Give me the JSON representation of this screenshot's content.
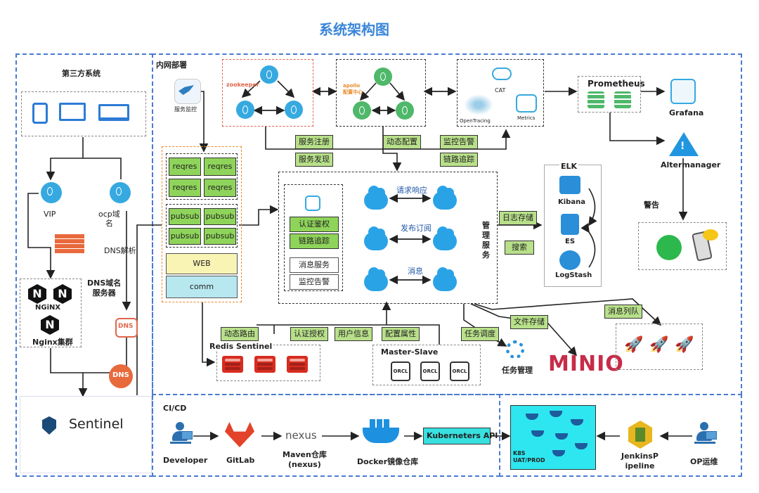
{
  "title": "系统架构图",
  "left": {
    "third_party": "第三方系统",
    "vip": "VIP",
    "ocp_domain": "ocp域\n名",
    "dns_resolve": "DNS解析",
    "dns_server": "DNS域名\n服务器",
    "nginx_cluster": "Nginx集群",
    "nginx_text": "NGiNX",
    "dns_icon_text": "DNS",
    "sentinel": "Sentinel"
  },
  "intranet": {
    "title": "内网部署",
    "service_monitor": "服务监控",
    "zookeeper": "zookeeper",
    "apollo": "apollo\n配置中心",
    "cat": "CAT",
    "opentracing": "OpenTracing",
    "metrics": "Metrics",
    "prometheus": "Prometheus",
    "grafana": "Grafana",
    "altermanager": "Altermanager",
    "alert": "警告",
    "tags_top": [
      "服务注册",
      "服务发现",
      "动态配置",
      "监控告警",
      "链路追踪"
    ],
    "reqres": [
      "reqres",
      "reqres",
      "reqres",
      "reqres"
    ],
    "pubsub": [
      "pubsub",
      "pubsub",
      "pubsub",
      "pubsub"
    ],
    "web": "WEB",
    "comm": "comm",
    "gateway_items": [
      "认证鉴权",
      "链路追踪",
      "消息服务",
      "监控告警"
    ],
    "flows": [
      "请求响应",
      "发布订阅",
      "消息"
    ],
    "manage_service": "管\n理\n服\n务",
    "log_store": "日志存储",
    "search": "搜索",
    "elk": "ELK",
    "kibana": "Kibana",
    "es": "ES",
    "logstash": "LogStash",
    "file_store": "文件存储",
    "msg_queue": "消息列队",
    "minio": "MINIO",
    "task_schedule": "任务调度",
    "task_manage": "任务管理",
    "tags_bottom": [
      "动态路由",
      "认证授权",
      "用户信息",
      "配置属性"
    ],
    "redis_sentinel": "Redis Sentinel",
    "master_slave": "Master-Slave",
    "orcl": [
      "ORCL",
      "ORCL",
      "ORCL"
    ]
  },
  "cicd": {
    "title": "CI/CD",
    "developer": "Developer",
    "gitlab": "GitLab",
    "nexus_logo": "nexus",
    "maven": "Maven仓库\n(nexus)",
    "docker": "Docker镜像仓库",
    "k8s_api": "Kuberneters API",
    "k8s": "K8S\nUAT/PROD",
    "jenkins": "JenkinsP\nipeline",
    "op": "OP运维"
  }
}
